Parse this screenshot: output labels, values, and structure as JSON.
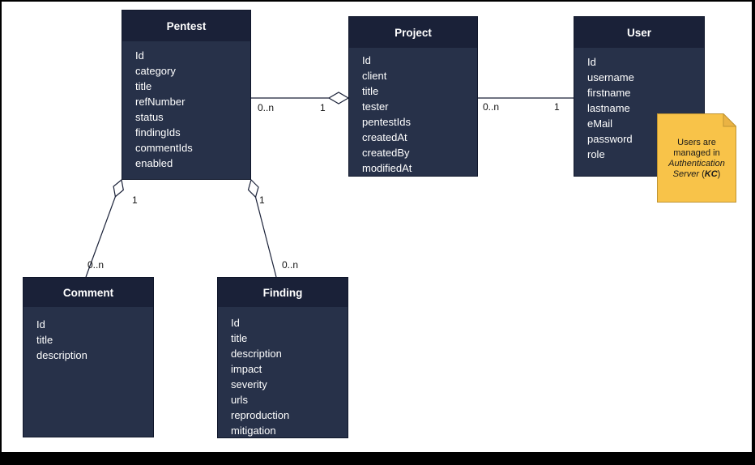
{
  "diagram": {
    "entities": [
      {
        "title": "Pentest",
        "fields": [
          "Id",
          "category",
          "title",
          "refNumber",
          "status",
          "findingIds",
          "commentIds",
          "enabled"
        ]
      },
      {
        "title": "Project",
        "fields": [
          "Id",
          "client",
          "title",
          "tester",
          "pentestIds",
          "createdAt",
          "createdBy",
          "modifiedAt"
        ]
      },
      {
        "title": "User",
        "fields": [
          "Id",
          "username",
          "firstname",
          "lastname",
          "eMail",
          "password",
          "role"
        ]
      },
      {
        "title": "Comment",
        "fields": [
          "Id",
          "title",
          "description"
        ]
      },
      {
        "title": "Finding",
        "fields": [
          "Id",
          "title",
          "description",
          "impact",
          "severity",
          "urls",
          "reproduction",
          "mitigation"
        ]
      }
    ],
    "connections": [
      {
        "source": "Pentest",
        "target": "Project",
        "type": "aggregation",
        "source_label": "0..n",
        "target_label": "1"
      },
      {
        "source": "Project",
        "target": "User",
        "type": "association",
        "source_label": "0..n",
        "target_label": "1"
      },
      {
        "source": "Pentest",
        "target": "Comment",
        "type": "aggregation",
        "source_label": "1",
        "target_label": "0..n"
      },
      {
        "source": "Pentest",
        "target": "Finding",
        "type": "aggregation",
        "source_label": "1",
        "target_label": "0..n"
      }
    ],
    "note": {
      "text_prefix": "Users are managed in ",
      "text_italic": "Authentication Server",
      "text_paren_open": " (",
      "text_bold_italic": "KC",
      "text_paren_close": ")"
    },
    "colors": {
      "header_bg": "#1a2138",
      "body_bg": "#273149",
      "box_border": "#10172b",
      "line": "#1a2138",
      "text": "#ffffff",
      "label_text": "#111111",
      "note_fill": "#f8c349",
      "note_border": "#bf9433"
    }
  }
}
